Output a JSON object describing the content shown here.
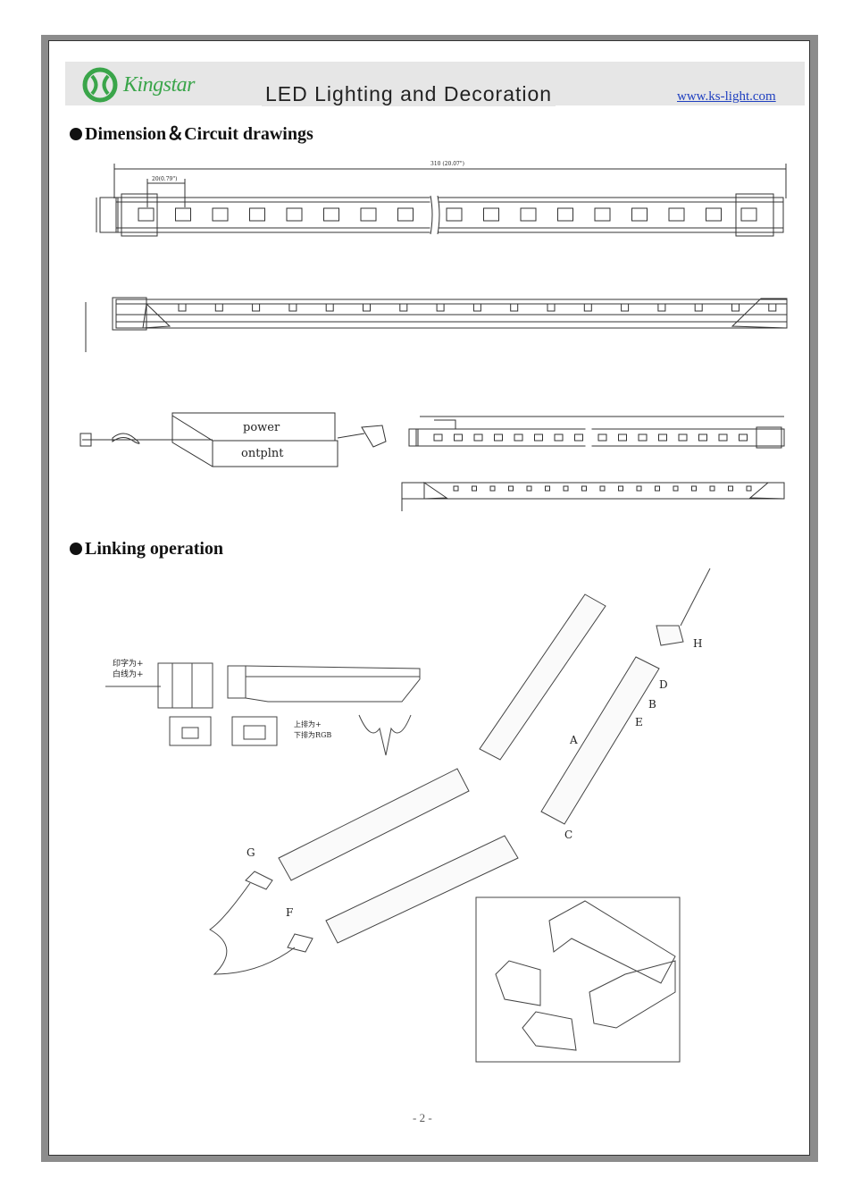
{
  "header": {
    "brand": "Kingstar",
    "title": "LED Lighting and Decoration",
    "website": "www.ks-light.com"
  },
  "sections": {
    "dimension_title": "Dimension＆Circuit drawings",
    "linking_title": "Linking operation"
  },
  "dimension_drawing": {
    "overall_length": "310 (20.07\")",
    "pitch": "20(0.79\")"
  },
  "circuit_drawing": {
    "power_box_label": "power",
    "output_box_label": "ontplnt"
  },
  "linking_drawing": {
    "connector_note_left": [
      "印字为+",
      "白线为+"
    ],
    "connector_note_right": [
      "上排为+",
      "下排为RGB"
    ],
    "part_labels": [
      "A",
      "B",
      "C",
      "D",
      "E",
      "F",
      "G",
      "H"
    ]
  },
  "footer": {
    "page_number": "- 2 -"
  }
}
